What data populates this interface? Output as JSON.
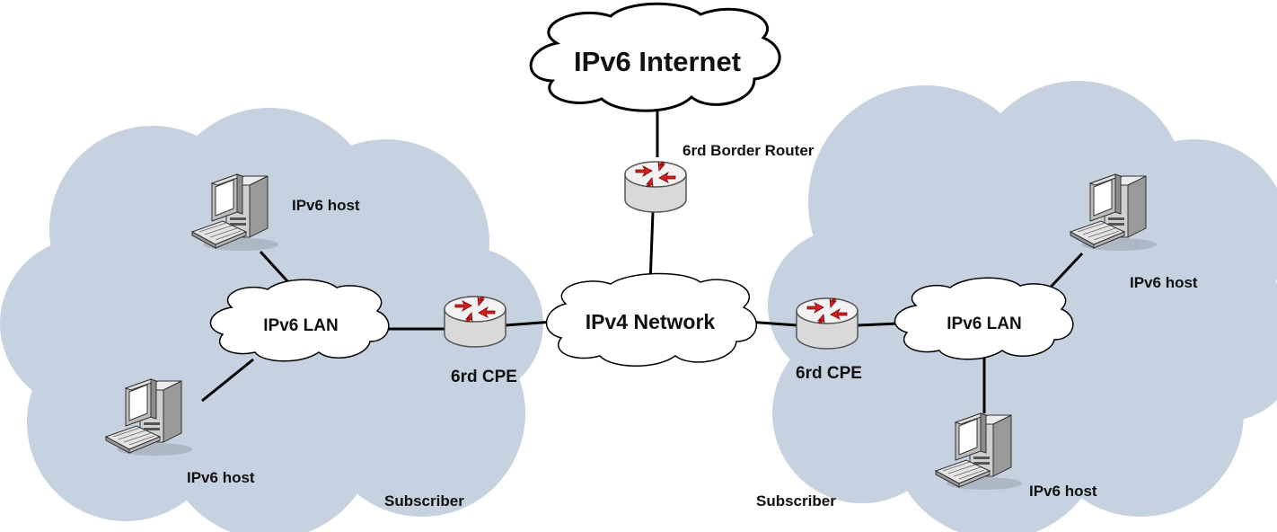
{
  "colors": {
    "subscriber_cloud": "#c7d2e1",
    "network_cloud": "#ffffff",
    "cloud_outline": "#000000",
    "router_body": "#e6e6e6",
    "router_arrow": "#d42020",
    "link": "#000000"
  },
  "internet": {
    "label": "IPv6 Internet",
    "icon": "cloud-icon"
  },
  "ipv4_network": {
    "label": "IPv4 Network",
    "icon": "cloud-icon"
  },
  "border_router": {
    "label": "6rd Border Router",
    "icon": "router-icon"
  },
  "left": {
    "subscriber_label": "Subscriber",
    "lan_label": "IPv6 LAN",
    "cpe_label": "6rd CPE",
    "host_top_label": "IPv6 host",
    "host_bottom_label": "IPv6 host"
  },
  "right": {
    "subscriber_label": "Subscriber",
    "lan_label": "IPv6 LAN",
    "cpe_label": "6rd CPE",
    "host_top_label": "IPv6 host",
    "host_bottom_label": "IPv6 host"
  }
}
